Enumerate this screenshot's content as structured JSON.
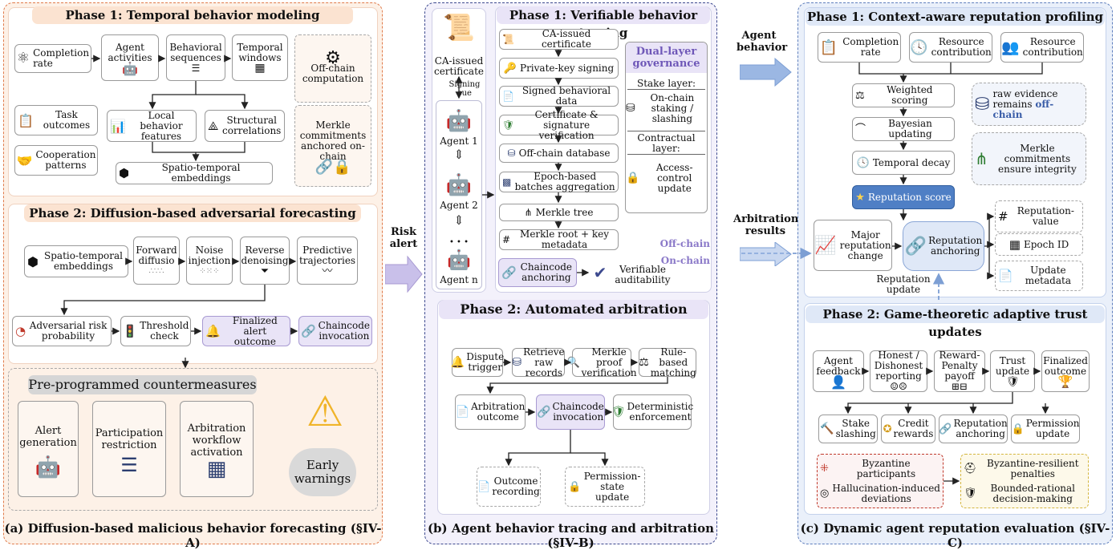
{
  "panel_a": {
    "phase1_title": "Phase 1: Temporal behavior modeling",
    "completion_rate": "Completion rate",
    "agent_activities": "Agent activities",
    "behavioral_sequences": "Behavioral sequences",
    "temporal_windows": "Temporal windows",
    "offchain_computation": "Off-chain computation",
    "merkle_commitments": "Merkle commitments anchored on-chain",
    "task_outcomes": "Task outcomes",
    "cooperation_patterns": "Cooperation patterns",
    "local_behavior_features": "Local behavior features",
    "structural_correlations": "Structural correlations",
    "spatio_temporal_embeddings": "Spatio-temporal embeddings",
    "phase2_title": "Phase 2: Diffusion-based adversarial forecasting",
    "spatio_temporal_embeddings2": "Spatio-temporal embeddings",
    "forward_diffusion": "Forward diffusio",
    "noise_injection": "Noise injection",
    "reverse_denoising": "Reverse denoising",
    "predictive_trajectories": "Predictive trajectories",
    "adversarial_risk_probability": "Adversarial risk probability",
    "threshold_check": "Threshold check",
    "finalized_alert_outcome": "Finalized alert outcome",
    "chaincode_invocation": "Chaincode invocation",
    "countermeasures_title": "Pre-programmed countermeasures",
    "alert_generation": "Alert generation",
    "participation_restriction": "Participation restriction",
    "arbitration_workflow_activation": "Arbitration workflow activation",
    "early_warnings": "Early warnings",
    "caption": "(a) Diffusion-based malicious behavior forecasting (§IV-A)"
  },
  "arrow_risk_alert": "Risk alert",
  "panel_b": {
    "ca_certificate": "CA-issued certificate",
    "signing_cue": "Signing cue",
    "agent1": "Agent 1",
    "agent2": "Agent 2",
    "ellipsis": "• • •",
    "agentn": "Agent n",
    "phase1_title": "Phase 1: Verifiable behavior tracing",
    "step1": "CA-issued certificate",
    "step2": "Private-key signing",
    "step3": "Signed behavioral data",
    "step4": "Certificate & signature verification",
    "step5": "Off-chain database",
    "step6": "Epoch-based batches aggregation",
    "step7": "Merkle tree",
    "step8": "Merkle root + key metadata",
    "dual_layer": "Dual-layer governance",
    "stake_layer": "Stake layer:",
    "stake_desc": "On-chain staking / slashing",
    "contract_layer": "Contractual layer:",
    "contract_desc": "Access-control update",
    "off_chain": "Off-chain",
    "on_chain": "On-chain",
    "chaincode_anchoring": "Chaincode anchoring",
    "verifiable_auditability": "Verifiable auditability",
    "phase2_title": "Phase 2: Automated arbitration",
    "dispute_trigger": "Dispute trigger",
    "retrieve_raw_records": "Retrieve raw records",
    "merkle_proof_verification": "Merkle proof verification",
    "rule_based_matching": "Rule-based matching",
    "arbitration_outcome": "Arbitration outcome",
    "chaincode_invocation": "Chaincode invocation",
    "deterministic_enforcement": "Deterministic enforcement",
    "outcome_recording": "Outcome recording",
    "permission_state_update": "Permission-state update",
    "caption": "(b) Agent behavior tracing and arbitration (§IV-B)"
  },
  "arrow_agent_behavior": "Agent behavior",
  "arrow_arbitration_results": "Arbitration results",
  "panel_c": {
    "phase1_title": "Phase 1: Context-aware reputation profiling",
    "completion_rate": "Completion rate",
    "resource_contribution1": "Resource contribution",
    "resource_contribution2": "Resource contribution",
    "weighted_scoring": "Weighted scoring",
    "bayesian_updating": "Bayesian updating",
    "temporal_decay": "Temporal decay",
    "reputation_score": "Reputation score",
    "raw_evidence_a": "raw evidence remains ",
    "raw_evidence_b": "off-chain",
    "merkle_integrity": "Merkle commitments ensure integrity",
    "major_change": "Major reputation change",
    "reputation_anchoring": "Reputation anchoring",
    "reputation_value": "Reputation-value",
    "epoch_id": "Epoch ID",
    "update_metadata": "Update metadata",
    "reputation_update": "Reputation update",
    "phase2_title": "Phase 2: Game-theoretic adaptive trust updates",
    "agent_feedback": "Agent feedback",
    "honest_reporting": "Honest / Dishonest reporting",
    "reward_penalty": "Reward-Penalty payoff",
    "trust_update": "Trust update",
    "finalized_outcome": "Finalized outcome",
    "stake_slashing": "Stake slashing",
    "credit_rewards": "Credit rewards",
    "reputation_anchoring2": "Reputation anchoring",
    "permission_update": "Permission update",
    "byzantine_participants": "Byzantine participants",
    "hallucination_deviations": "Hallucination-induced deviations",
    "byzantine_penalties": "Byzantine-resilient penalties",
    "bounded_rational": "Bounded-rational decision-making",
    "caption": "(c) Dynamic agent reputation evaluation (§IV-C)"
  },
  "colors": {
    "orange": "#e07a4a",
    "orange_fill": "#fdf1e7",
    "navy": "#3d4a8f",
    "lavender": "#e9e4f7",
    "blue_panel": "#5f7fbd",
    "light_blue": "#eaf0fa",
    "arrow_blue": "#9bb7e3",
    "arrow_lav": "#c9c0ea"
  }
}
